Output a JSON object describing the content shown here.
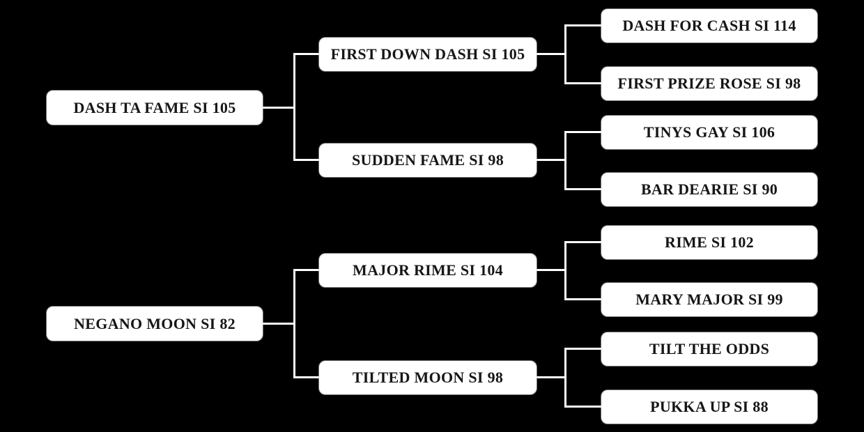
{
  "diagram": {
    "type": "horse-pedigree-tree",
    "generations": 3,
    "colors": {
      "background": "#000000",
      "box_fill": "#ffffff",
      "box_text": "#161616",
      "connector_line": "#fbfbfb"
    }
  },
  "pedigree": {
    "gen1": [
      {
        "label": "DASH TA FAME SI 105"
      },
      {
        "label": "NEGANO MOON SI 82"
      }
    ],
    "gen2": [
      {
        "label": "FIRST DOWN DASH SI 105"
      },
      {
        "label": "SUDDEN FAME SI 98"
      },
      {
        "label": "MAJOR RIME SI 104"
      },
      {
        "label": "TILTED MOON SI 98"
      }
    ],
    "gen3": [
      {
        "label": "DASH FOR CASH SI 114"
      },
      {
        "label": "FIRST PRIZE ROSE SI 98"
      },
      {
        "label": "TINYS GAY SI 106"
      },
      {
        "label": "BAR DEARIE SI 90"
      },
      {
        "label": "RIME SI 102"
      },
      {
        "label": "MARY MAJOR SI 99"
      },
      {
        "label": "TILT THE ODDS"
      },
      {
        "label": "PUKKA UP SI 88"
      }
    ],
    "families": [
      {
        "parent": "DASH TA FAME SI 105",
        "children": [
          "FIRST DOWN DASH SI 105",
          "SUDDEN FAME SI 98"
        ]
      },
      {
        "parent": "NEGANO MOON SI 82",
        "children": [
          "MAJOR RIME SI 104",
          "TILTED MOON SI 98"
        ]
      },
      {
        "parent": "FIRST DOWN DASH SI 105",
        "children": [
          "DASH FOR CASH SI 114",
          "FIRST PRIZE ROSE SI 98"
        ]
      },
      {
        "parent": "SUDDEN FAME SI 98",
        "children": [
          "TINYS GAY SI 106",
          "BAR DEARIE SI 90"
        ]
      },
      {
        "parent": "MAJOR RIME SI 104",
        "children": [
          "RIME SI 102",
          "MARY MAJOR SI 99"
        ]
      },
      {
        "parent": "TILTED MOON SI 98",
        "children": [
          "TILT THE ODDS",
          "PUKKA UP SI 88"
        ]
      }
    ]
  }
}
